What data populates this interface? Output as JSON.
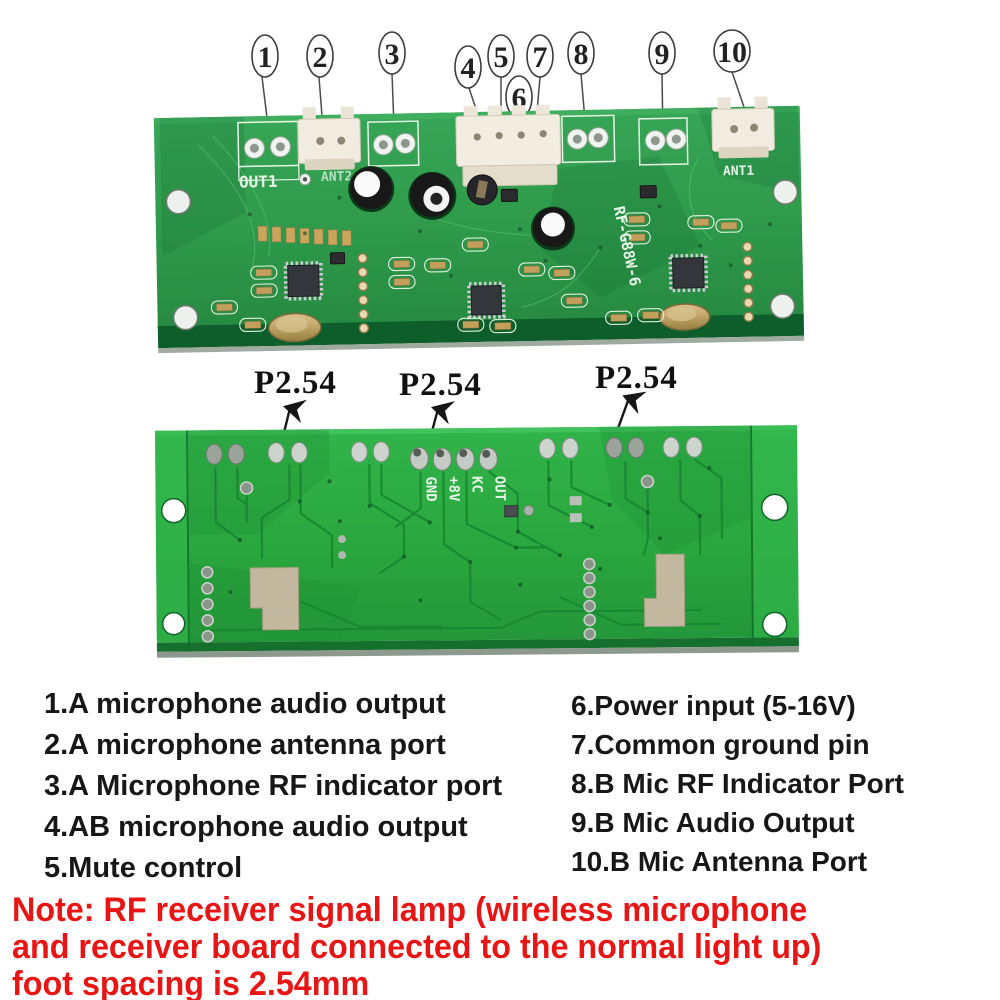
{
  "callouts": [
    "1",
    "2",
    "3",
    "4",
    "5",
    "6",
    "7",
    "8",
    "9",
    "10"
  ],
  "boards": {
    "top": {
      "out1_label": "OUT1",
      "ant_left_label": "ANT2",
      "ant_right_label": "ANT1",
      "model_silkscreen": "RF-G88W-6"
    },
    "bottom": {
      "pin_labels": [
        "GND",
        "+8V",
        "KC",
        "OUT"
      ]
    }
  },
  "pitch_labels": [
    "P2.54",
    "P2.54",
    "P2.54"
  ],
  "legend": {
    "left": [
      "1.A microphone audio output",
      "2.A microphone antenna port",
      "3.A Microphone RF indicator port",
      "4.AB microphone audio output",
      "5.Mute control"
    ],
    "right": [
      "6.Power input (5-16V)",
      "7.Common ground pin",
      "8.B Mic RF Indicator Port",
      "9.B Mic Audio Output",
      "10.B Mic Antenna Port"
    ]
  },
  "note": [
    "Note: RF receiver signal lamp (wireless microphone",
    "and receiver board connected to the normal light up)",
    "foot spacing is 2.54mm"
  ],
  "colors": {
    "top_board_green": "#2f9b4b",
    "bottom_board_green": "#2aa73e",
    "note_red": "#e91515",
    "silkscreen_white": "#e4f4e6"
  }
}
